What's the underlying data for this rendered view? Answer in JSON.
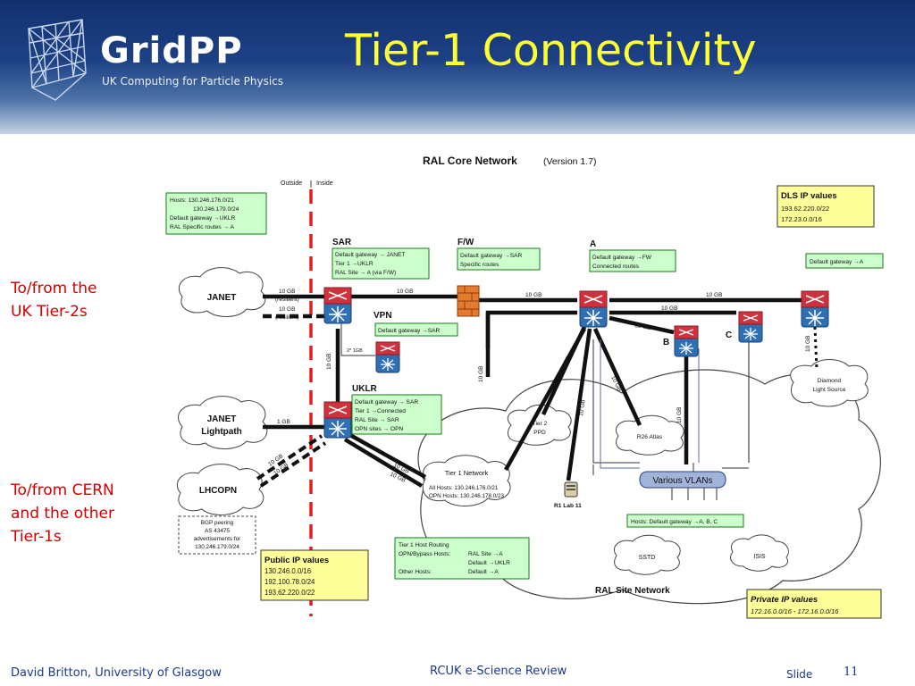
{
  "header": {
    "logo_name": "GridPP",
    "logo_sub": "UK Computing for Particle Physics",
    "title": "Tier-1 Connectivity"
  },
  "side_labels": {
    "uk_tier2": [
      "To/from the",
      "UK Tier-2s"
    ],
    "cern": [
      "To/from CERN",
      "and the other",
      "Tier-1s"
    ]
  },
  "diagram": {
    "title": "RAL Core Network",
    "version": "(Version 1.7)",
    "outside_label": "Outside",
    "inside_label": "Inside",
    "hosts_box": [
      "Hosts: 130.246.176.0/21",
      "130.246.179.0/24",
      "Default gateway →UKLR",
      "RAL Specific routes → A"
    ],
    "dls_box": [
      "DLS IP values",
      "193.62.220.0/22",
      "172.23.0.0/16"
    ],
    "sar_label": "SAR",
    "sar_box": [
      "Default gateway → JANET",
      "Tier 1 →UKLR",
      "RAL Site → A (via F/W)"
    ],
    "fw_label": "F/W",
    "fw_box": [
      "Default gateway →SAR",
      "Specific routes"
    ],
    "a_label": "A",
    "a_box": [
      "Default gateway →FW",
      "Connected routes"
    ],
    "dls_gw_box": "Default gateway →A",
    "vpn_label": "VPN",
    "vpn_box": "Default gateway →SAR",
    "uklr_label": "UKLR",
    "uklr_box": [
      "Default gateway → SAR",
      "Tier 1 →Connected",
      "RAL Site → SAR",
      "OPN sites → OPN"
    ],
    "b_label": "B",
    "c_label": "C",
    "janet": "JANET",
    "janet_lp": [
      "JANET",
      "Lightpath"
    ],
    "lhcopn": "LHCOPN",
    "link_10gb": "10 GB",
    "link_1gb": "1 GB",
    "resilient": "(resilient)",
    "link_2gb": "2* 1GB",
    "diamond": [
      "Diamond",
      "Light Source"
    ],
    "tier2_ppd": [
      "Tier 2",
      "PPD"
    ],
    "r26_atlas": "R26 Atlas",
    "r1_lab11": "R1 Lab 11",
    "various_vlans": "Various VLANs",
    "vlan_hosts_box": "Hosts: Default gateway →A, B, C",
    "tier1_network": "Tier 1 Network",
    "tier1_hosts": [
      "All Hosts:   130.246.176.0/21",
      "OPN Hosts: 130.246.178.0/23"
    ],
    "bgp_box": [
      "BGP peering",
      "AS 43475",
      "advertisements for",
      "130.246.179.0/24"
    ],
    "routing_box": [
      "Tier 1 Host Routing",
      "OPN/Bypass Hosts:",
      "Other Hosts:"
    ],
    "routing_box_right": [
      "RAL Site   →A",
      "Default    →UKLR",
      "Default    →A"
    ],
    "public_box": [
      "Public IP values",
      "130.246.0.0/16",
      "192.100.78.0/24",
      "193.62.220.0/22"
    ],
    "sstd": "SSTD",
    "isis": "ISIS",
    "ral_site_network": "RAL Site Network",
    "private_box": [
      "Private IP values",
      "172.16.0.0/16 - 172.16.0.0/16"
    ]
  },
  "footer": {
    "author": "David Britton, University of Glasgow",
    "event": "RCUK e-Science Review",
    "slide_word": "Slide",
    "slide_number": "11"
  },
  "colors": {
    "title_yellow": "#ffff33",
    "header_blue": "#1d4185",
    "side_label_red": "#d40000",
    "note_box_fill": "#ccffcc",
    "note_box_stroke": "#1a7a1a",
    "ip_box_fill": "#ffff99",
    "dashed_boundary": "#e02020",
    "router_red": "#d0313d",
    "router_blue": "#2f6fb3",
    "vlan_fill": "#9fb4d8"
  }
}
